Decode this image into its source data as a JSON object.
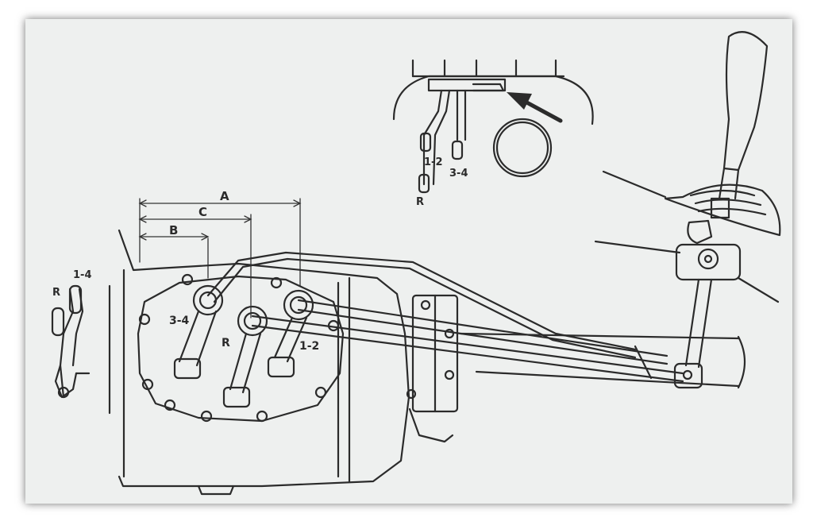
{
  "labels": {
    "dim_a": "A",
    "dim_b": "B",
    "dim_c": "C",
    "rail_34": "3-4",
    "rail_r": "R",
    "rail_12": "1-2",
    "side_r": "R",
    "side_14": "1-4",
    "inset_12": "1-2",
    "inset_34": "3-4",
    "inset_r": "R"
  },
  "colors": {
    "paper": "#eef0ef",
    "ink": "#2b2b2b"
  }
}
